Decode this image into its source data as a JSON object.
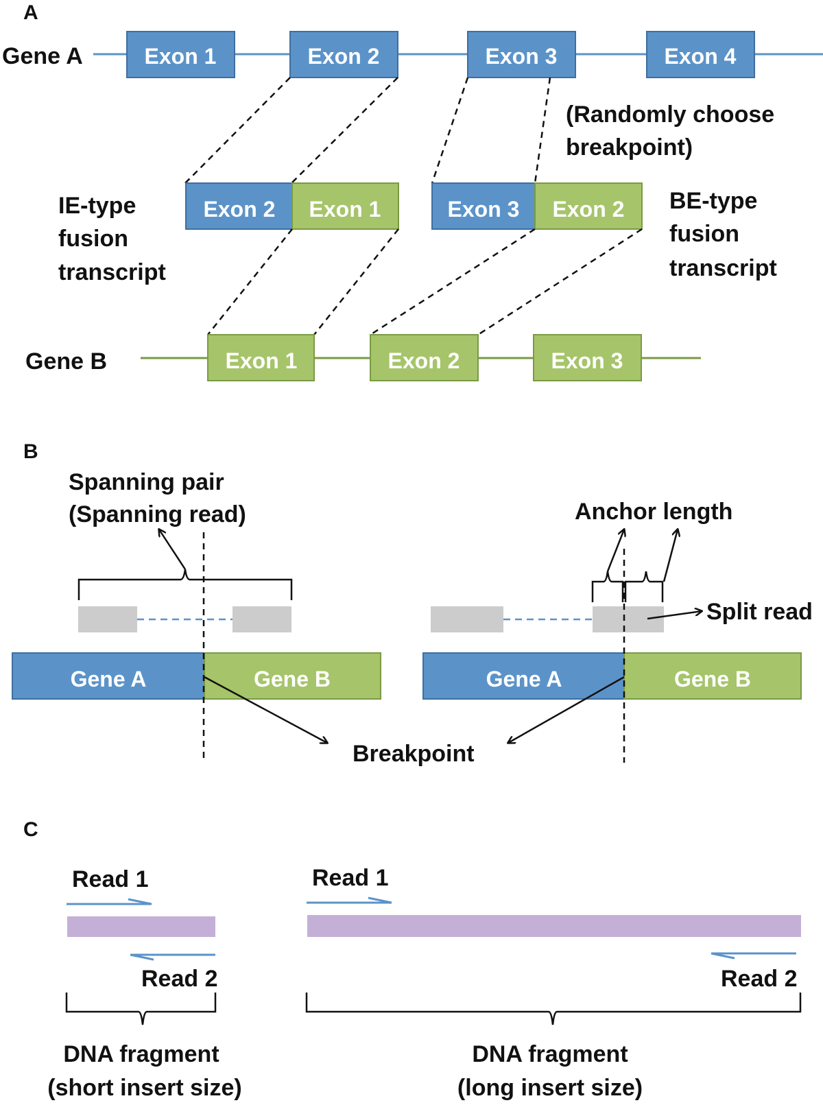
{
  "colors": {
    "gene_a_blue": "#5b93c9",
    "gene_a_border": "#3f6e9f",
    "gene_b_green": "#a6c46a",
    "gene_b_border": "#7a9a45",
    "read_gray": "#cccccc",
    "fragment_purple": "#c4b0d6",
    "read_blue": "#5b93c9"
  },
  "panel_a": {
    "label": "A",
    "gene_a_label": "Gene A",
    "gene_b_label": "Gene B",
    "gene_a_exons": [
      "Exon 1",
      "Exon 2",
      "Exon 3",
      "Exon 4"
    ],
    "gene_b_exons": [
      "Exon 1",
      "Exon 2",
      "Exon 3"
    ],
    "ie_fusion": {
      "left": "Exon 2",
      "right": "Exon 1"
    },
    "be_fusion": {
      "left": "Exon 3",
      "right": "Exon 2"
    },
    "ie_label": [
      "IE-type",
      "fusion",
      "transcript"
    ],
    "be_label": [
      "BE-type",
      "fusion",
      "transcript"
    ],
    "random_note": [
      "(Randomly choose",
      "breakpoint)"
    ]
  },
  "panel_b": {
    "label": "B",
    "spanning_label": [
      "Spanning pair",
      "(Spanning read)"
    ],
    "anchor_label": "Anchor length",
    "split_read_label": "Split read",
    "breakpoint_label": "Breakpoint",
    "gene_a": "Gene A",
    "gene_b": "Gene B"
  },
  "panel_c": {
    "label": "C",
    "read1": "Read 1",
    "read2": "Read 2",
    "short_fragment": [
      "DNA fragment",
      "(short insert size)"
    ],
    "long_fragment": [
      "DNA fragment",
      "(long insert size)"
    ]
  }
}
